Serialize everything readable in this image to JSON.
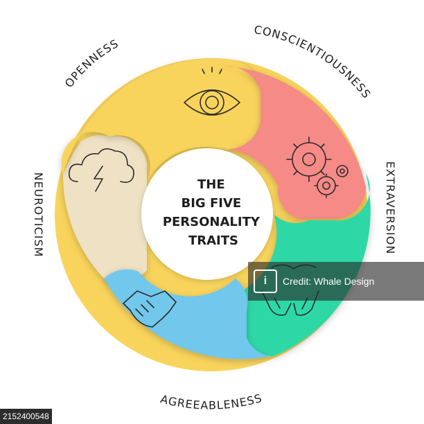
{
  "diagram": {
    "title_lines": [
      "THE",
      "BIG FIVE",
      "PERSONALITY",
      "TRAITS"
    ],
    "traits": [
      {
        "label": "OPENNESS",
        "icon": "eye-icon",
        "color": "#F9D45C"
      },
      {
        "label": "CONSCIENTIOUSNESS",
        "icon": "gears-icon",
        "color": "#F58A87"
      },
      {
        "label": "EXTRAVERSION",
        "icon": "raised-hands-icon",
        "color": "#2ED8A6"
      },
      {
        "label": "AGREEABLENESS",
        "icon": "handshake-icon",
        "color": "#71C7EC"
      },
      {
        "label": "NEUROTICISM",
        "icon": "storm-cloud-icon",
        "color": "#EFE1C4"
      }
    ]
  },
  "watermark": {
    "logo_glyph": "i",
    "text": "Credit: Whale Design"
  },
  "stock_id": "2152400548"
}
